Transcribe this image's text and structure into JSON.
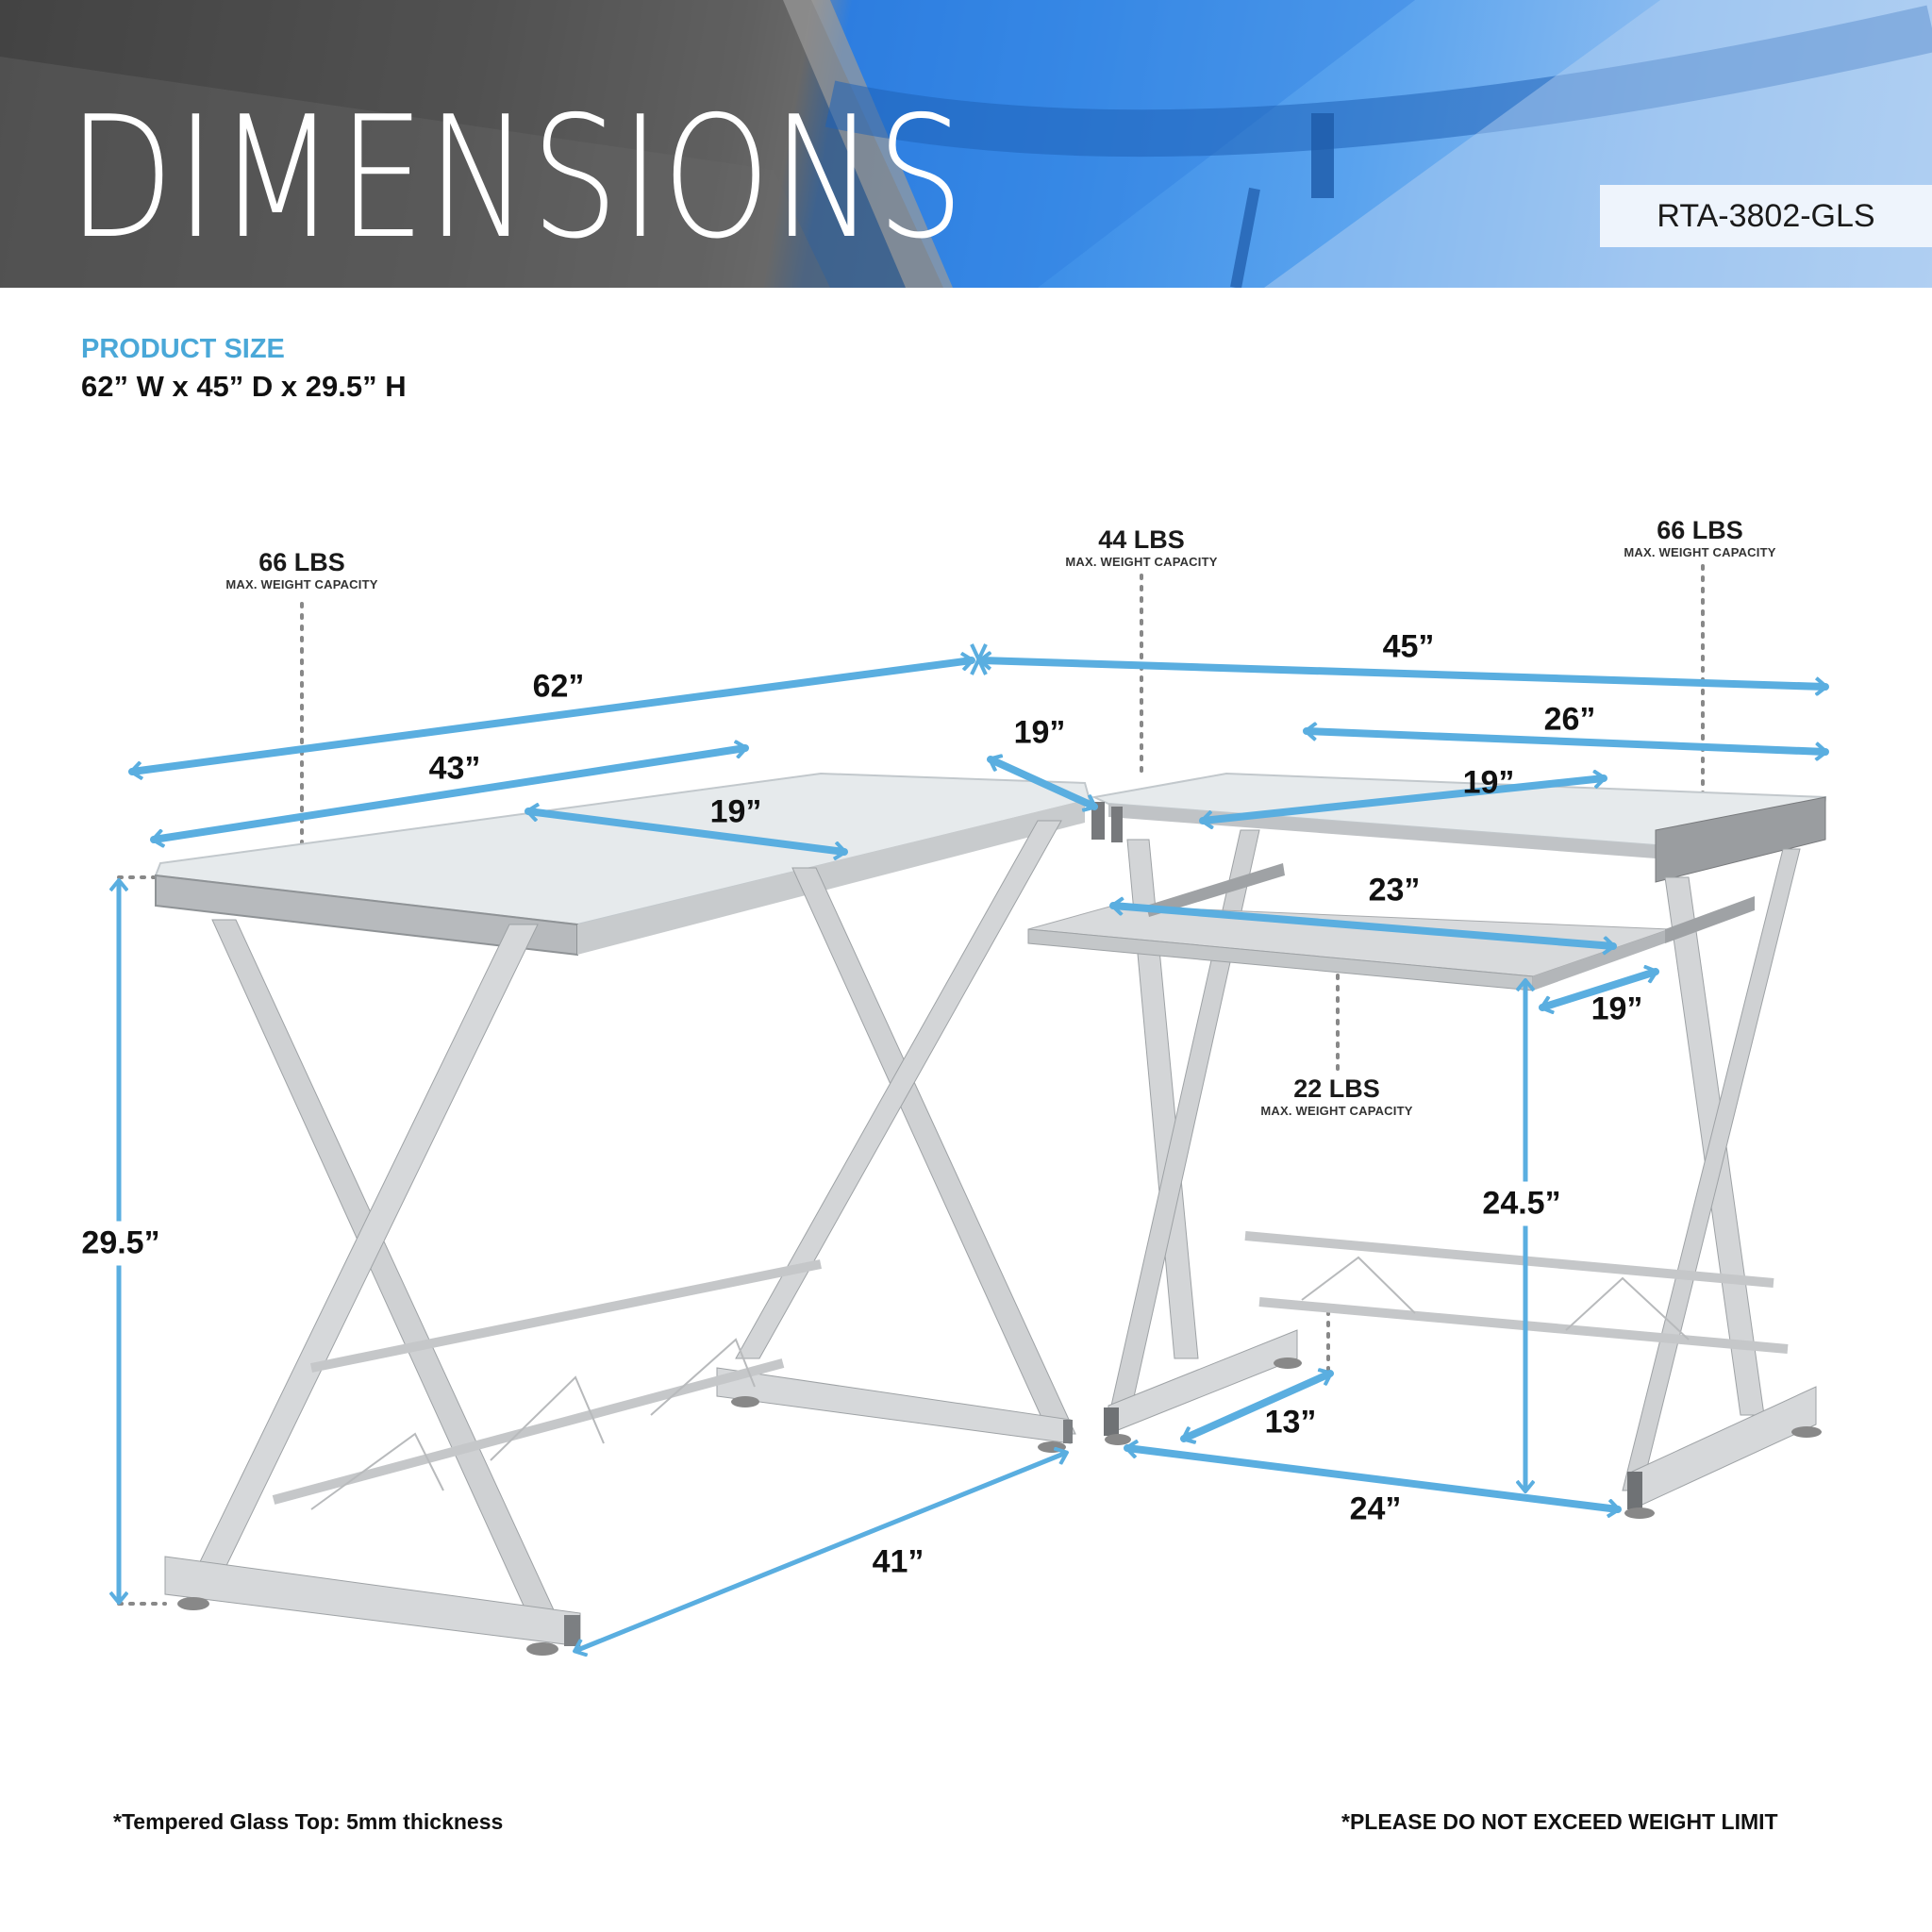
{
  "header": {
    "title": "DIMENSIONS",
    "model_number": "RTA-3802-GLS"
  },
  "product_size": {
    "label": "PRODUCT SIZE",
    "value": "62” W x 45” D x 29.5” H"
  },
  "weight_capacities": [
    {
      "lbs": "66 LBS",
      "caption": "MAX. WEIGHT CAPACITY",
      "location": "left desk top"
    },
    {
      "lbs": "44 LBS",
      "caption": "MAX. WEIGHT CAPACITY",
      "location": "corner desk top"
    },
    {
      "lbs": "66 LBS",
      "caption": "MAX. WEIGHT CAPACITY",
      "location": "right desk top"
    },
    {
      "lbs": "22 LBS",
      "caption": "MAX. WEIGHT CAPACITY",
      "location": "keyboard tray"
    }
  ],
  "dimensions": {
    "total_width": "62”",
    "total_depth": "45”",
    "left_top_length": "43”",
    "left_top_depth": "19”",
    "corner_depth": "19”",
    "right_top_length": "26”",
    "right_top_depth": "19”",
    "tray_width": "23”",
    "tray_depth": "19”",
    "height": "29.5”",
    "tray_height": "24.5”",
    "left_base_length": "41”",
    "right_base_width": "24”",
    "leg_clearance": "13”"
  },
  "notes": {
    "left": "*Tempered Glass Top: 5mm thickness",
    "right": "*PLEASE DO NOT EXCEED WEIGHT LIMIT"
  },
  "colors": {
    "accent_blue": "#4aa8d8",
    "arrow_blue": "#5aaee0",
    "frame_silver": "#c9cbcd"
  }
}
